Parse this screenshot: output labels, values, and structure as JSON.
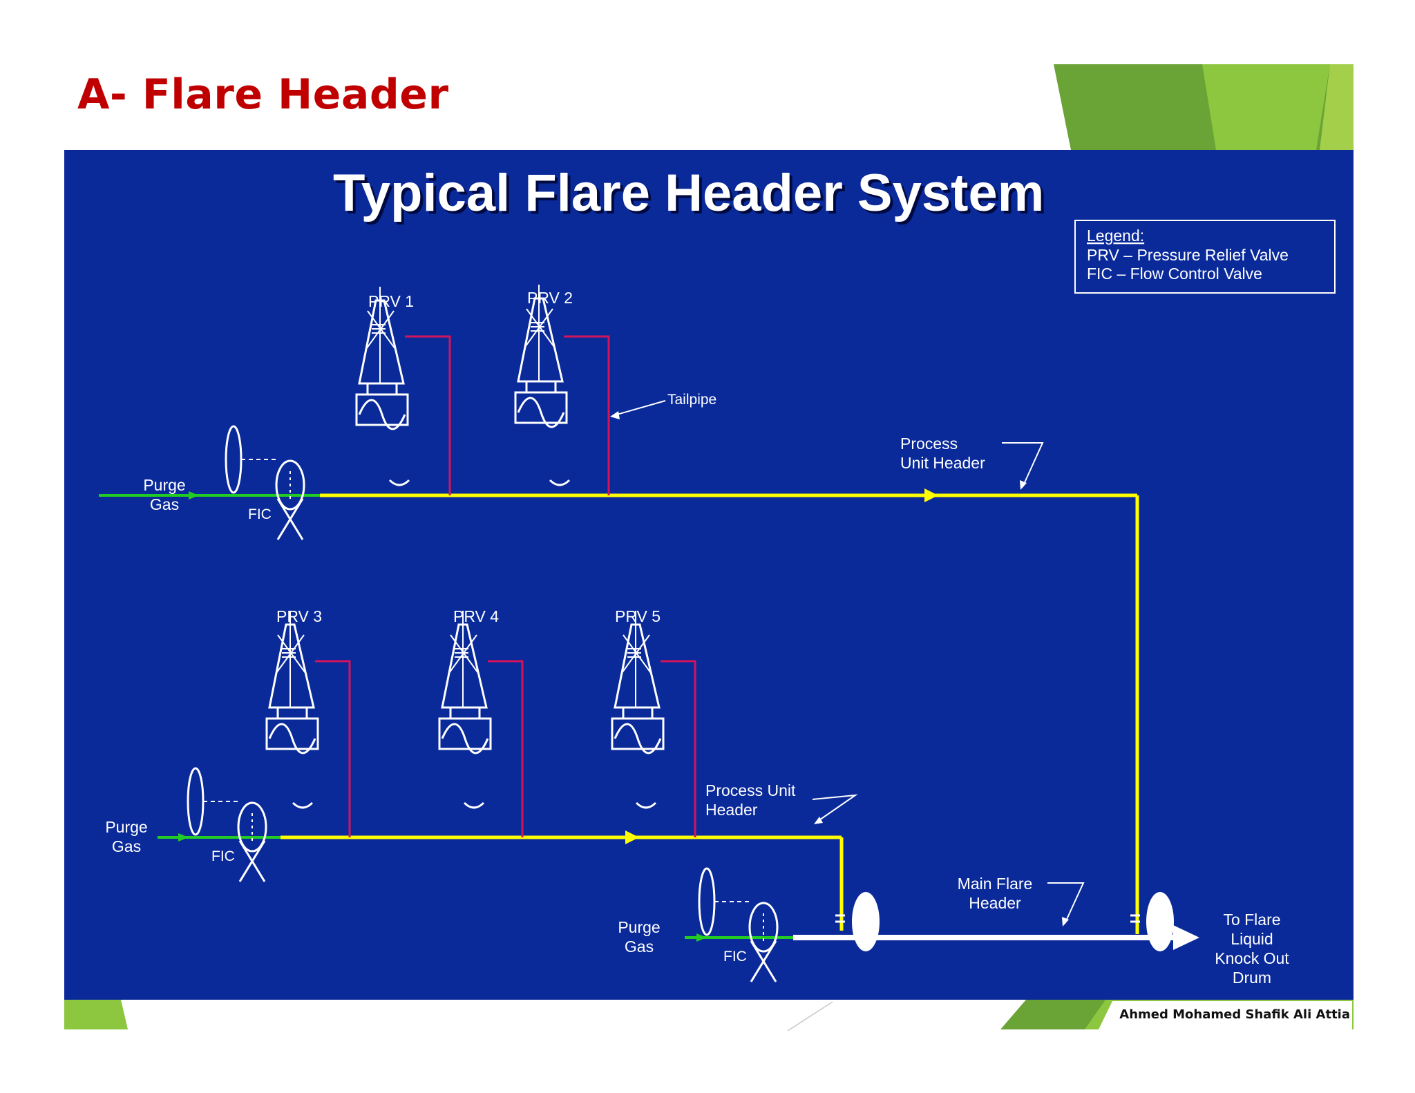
{
  "slide": {
    "title": "A- Flare Header",
    "author": "Ahmed Mohamed Shafik Ali Attia",
    "colors": {
      "title": "#c00000",
      "panel": "#0a2a9a",
      "accent_green": "#8dc63f"
    }
  },
  "diagram": {
    "title": "Typical Flare Header System",
    "legend": {
      "heading": "Legend:",
      "items": [
        "PRV – Pressure Relief Valve",
        "FIC – Flow Control Valve"
      ]
    },
    "prv_labels": [
      "PRV 1",
      "PRV 2",
      "PRV 3",
      "PRV 4",
      "PRV 5"
    ],
    "purge_gas": [
      "Purge",
      "Gas"
    ],
    "fic_label": "FIC",
    "tailpipe_label": "Tailpipe",
    "process_header_upper": [
      "Process",
      "Unit Header"
    ],
    "process_header_lower": [
      "Process Unit",
      "Header"
    ],
    "main_flare_header": [
      "Main Flare",
      "Header"
    ],
    "to_flare": [
      "To Flare",
      "Liquid",
      "Knock Out",
      "Drum"
    ],
    "colors": {
      "header_pipe": "#ffff00",
      "tailpipe": "#d4145a",
      "purge_line": "#22cc22",
      "main_header": "#ffffff",
      "lines": "#ffffff"
    }
  }
}
